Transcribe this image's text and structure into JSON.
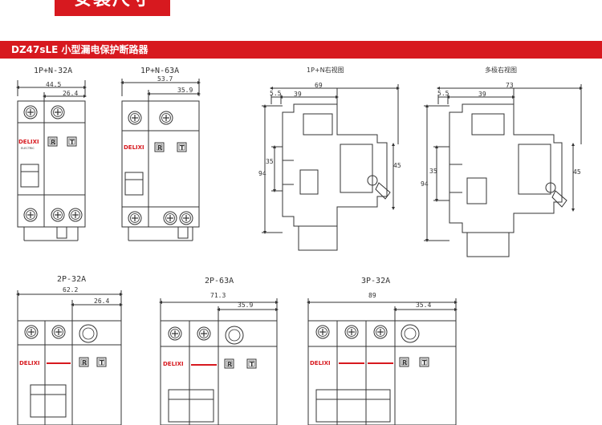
{
  "header": {
    "title": "安装尺寸"
  },
  "section": {
    "title": "DZ47sLE 小型漏电保护断路器"
  },
  "colors": {
    "accent": "#d7191f",
    "line": "#333333"
  },
  "brand": {
    "logo_text": "DELIXI",
    "logo_sub": "ELECTRIC"
  },
  "buttons": {
    "reset": "R",
    "test": "T"
  },
  "top_row": [
    {
      "title": "1P+N-32A",
      "overall": "44.5",
      "sub": "26.4"
    },
    {
      "title": "1P+N-63A",
      "overall": "53.7",
      "sub": "35.9"
    },
    {
      "title": "1P+N右视图",
      "w_left": "5.5",
      "w_mid": "39",
      "w_total": "69",
      "h_total": "94",
      "h_mid": "35",
      "h_right": "45"
    },
    {
      "title": "多极右视图",
      "w_left": "5.5",
      "w_mid": "39",
      "w_total": "73",
      "h_total": "94",
      "h_mid": "35",
      "h_right": "45"
    }
  ],
  "bottom_row": [
    {
      "title": "2P-32A",
      "overall": "62.2",
      "sub": "26.4"
    },
    {
      "title": "2P-63A",
      "overall": "71.3",
      "sub": "35.9"
    },
    {
      "title": "3P-32A",
      "overall": "89",
      "sub": "35.4"
    }
  ]
}
